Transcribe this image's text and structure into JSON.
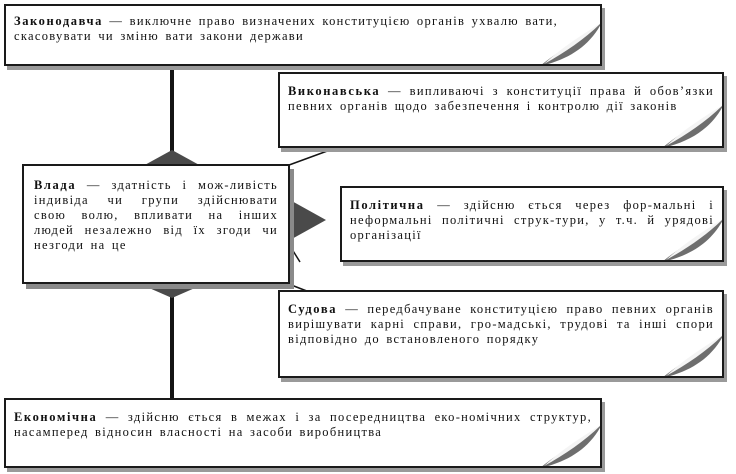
{
  "boxes": {
    "legislative": {
      "term": "Законодавча",
      "text": " — виключне право визначених конституцією органів ухвалю вати, скасовувати чи зміню вати закони держави"
    },
    "executive": {
      "term": "Виконавська",
      "text": " — випливаючі з конституції права й обов’язки певних органів щодо забезпечення і контролю дії законів"
    },
    "power": {
      "term": "Влада",
      "text": " — здатність і мож-ливість індивіда чи групи здійснювати свою волю, впливати на інших людей незалежно від їх згоди чи незгоди на це"
    },
    "political": {
      "term": "Політична",
      "text": " — здійсню ється через фор-мальні і неформальні політичні струк-тури, у т.ч. й урядові організації"
    },
    "judicial": {
      "term": "Судова",
      "text": " — передбачуване конституцією право певних органів вирішувати карні справи, гро-мадські, трудові та інші спори відповідно до встановленого порядку"
    },
    "economic": {
      "term": "Економічна",
      "text": " — здійсню ється в межах і за посередництва еко-номічних структур, насамперед відносин власності на засоби виробництва"
    }
  },
  "colors": {
    "border": "#1a1a1a",
    "shadow": "#9a9a9a",
    "curl_light": "#f4f4f4",
    "curl_dark": "#6e6e6e",
    "connector": "#141414",
    "diamond": "#4a4a4a"
  }
}
